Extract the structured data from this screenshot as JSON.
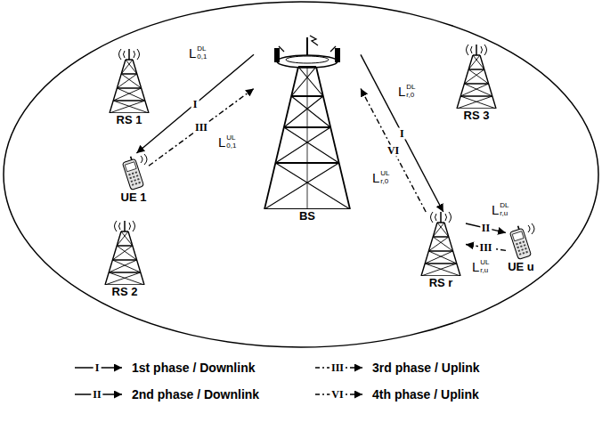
{
  "diagram": {
    "nodes": [
      {
        "text": [
          "RS 1"
        ]
      },
      {
        "text": [
          "BS"
        ]
      },
      {
        "text": [
          "RS 3"
        ]
      },
      {
        "text": [
          "UE 1"
        ]
      },
      {
        "text": [
          "RS 2"
        ]
      },
      {
        "text": [
          "RS r"
        ]
      },
      {
        "text": [
          "UE u"
        ]
      }
    ],
    "edges": [
      {
        "from": 1,
        "to": 3,
        "arrow": "to",
        "label": "I"
      },
      {
        "from": 3,
        "to": 1,
        "arrow": "to",
        "label": "III"
      },
      {
        "from": 1,
        "to": 5,
        "arrow": "to",
        "label": "I"
      },
      {
        "from": 5,
        "to": 1,
        "arrow": "to",
        "label": "VI"
      },
      {
        "from": 5,
        "to": 6,
        "arrow": "to",
        "label": "II"
      },
      {
        "from": 6,
        "to": 5,
        "arrow": "to",
        "label": "III"
      }
    ],
    "labels": [
      "L",
      "DL",
      "0,1",
      "L",
      "UL",
      "0,1",
      "L",
      "DL",
      "r,0",
      "L",
      "UL",
      "r,0",
      "L",
      "DL",
      "r,u",
      "L",
      "UL",
      "r,u",
      "I",
      "II",
      "III",
      "VI"
    ],
    "legend": [
      {
        "text": "1st phase / Downlink"
      },
      {
        "text": "2nd phase / Downlink"
      },
      {
        "text": "3rd phase / Uplink"
      },
      {
        "text": "4th phase / Uplink"
      }
    ]
  }
}
